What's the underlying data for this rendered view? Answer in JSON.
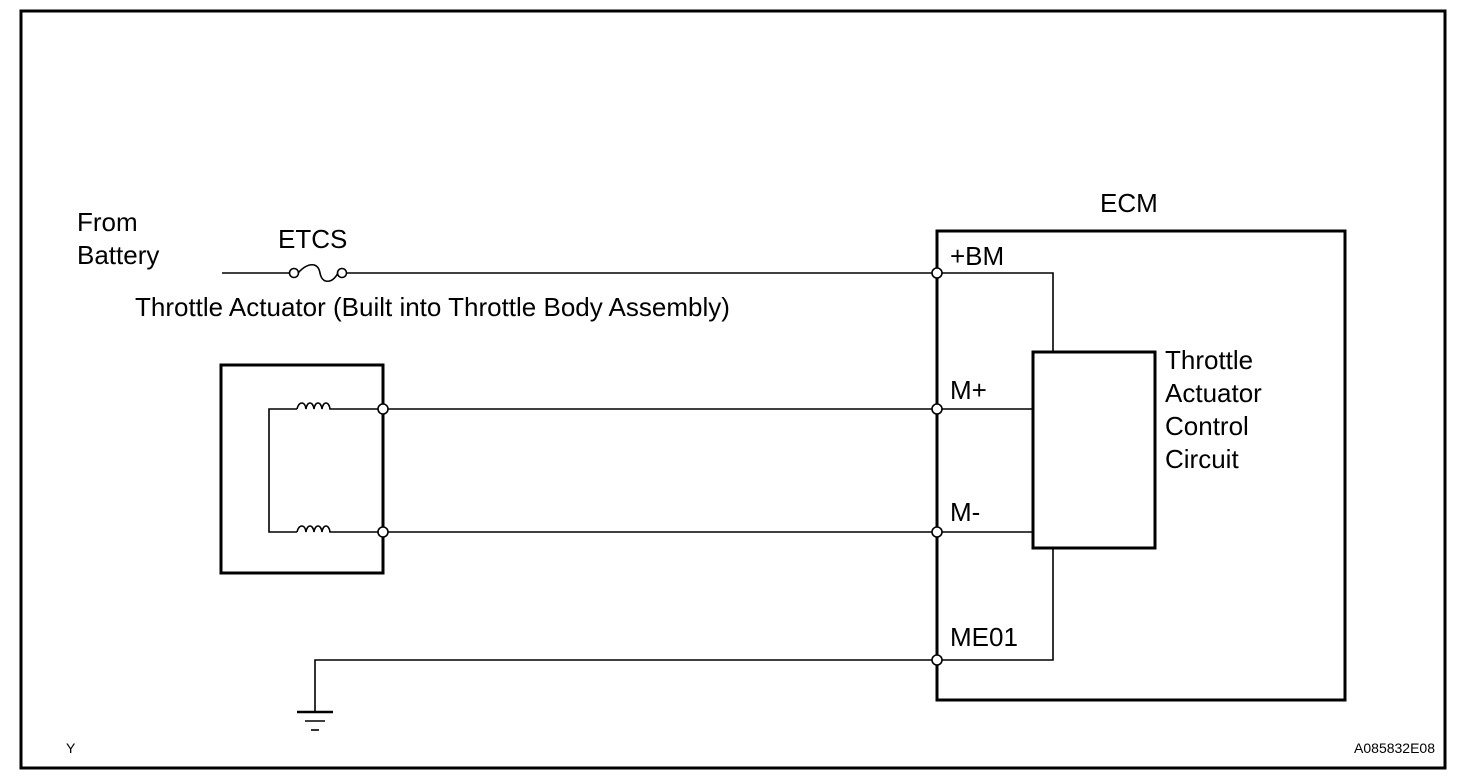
{
  "labels": {
    "from_battery_line1": "From",
    "from_battery_line2": "Battery",
    "fuse_name": "ETCS",
    "actuator_title": "Throttle Actuator (Built into Throttle Body Assembly)",
    "ecm": "ECM",
    "pin_bm": "+BM",
    "pin_m_plus": "M+",
    "pin_m_minus": "M-",
    "pin_me01": "ME01",
    "control_circuit_lines": [
      "Throttle",
      "Actuator",
      "Control",
      "Circuit"
    ],
    "corner_code": "Y",
    "figure_id": "A085832E08"
  },
  "icons": {
    "fuse": "fuse-icon",
    "coil": "coil-icon",
    "ground": "ground-icon",
    "terminal": "terminal-icon"
  }
}
